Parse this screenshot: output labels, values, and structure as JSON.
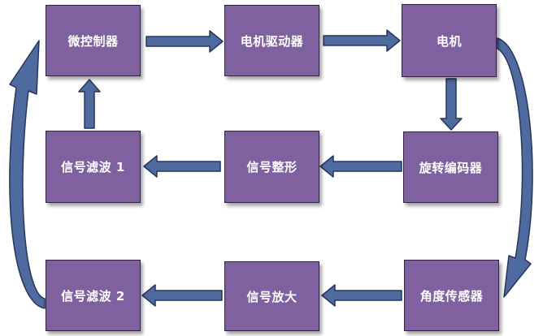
{
  "nodes": {
    "mcu": "微控制器",
    "motor_driver": "电机驱动器",
    "motor": "电机",
    "filter1": "信号滤波 1",
    "shaping": "信号整形",
    "encoder": "旋转编码器",
    "filter2": "信号滤波 2",
    "amplify": "信号放大",
    "angle_sensor": "角度传感器"
  },
  "colors": {
    "box_fill": "#80619f",
    "box_border": "#2c2140",
    "arrow_fill": "#4f6a9e",
    "arrow_stroke": "#26365c",
    "label": "#ffffff"
  }
}
